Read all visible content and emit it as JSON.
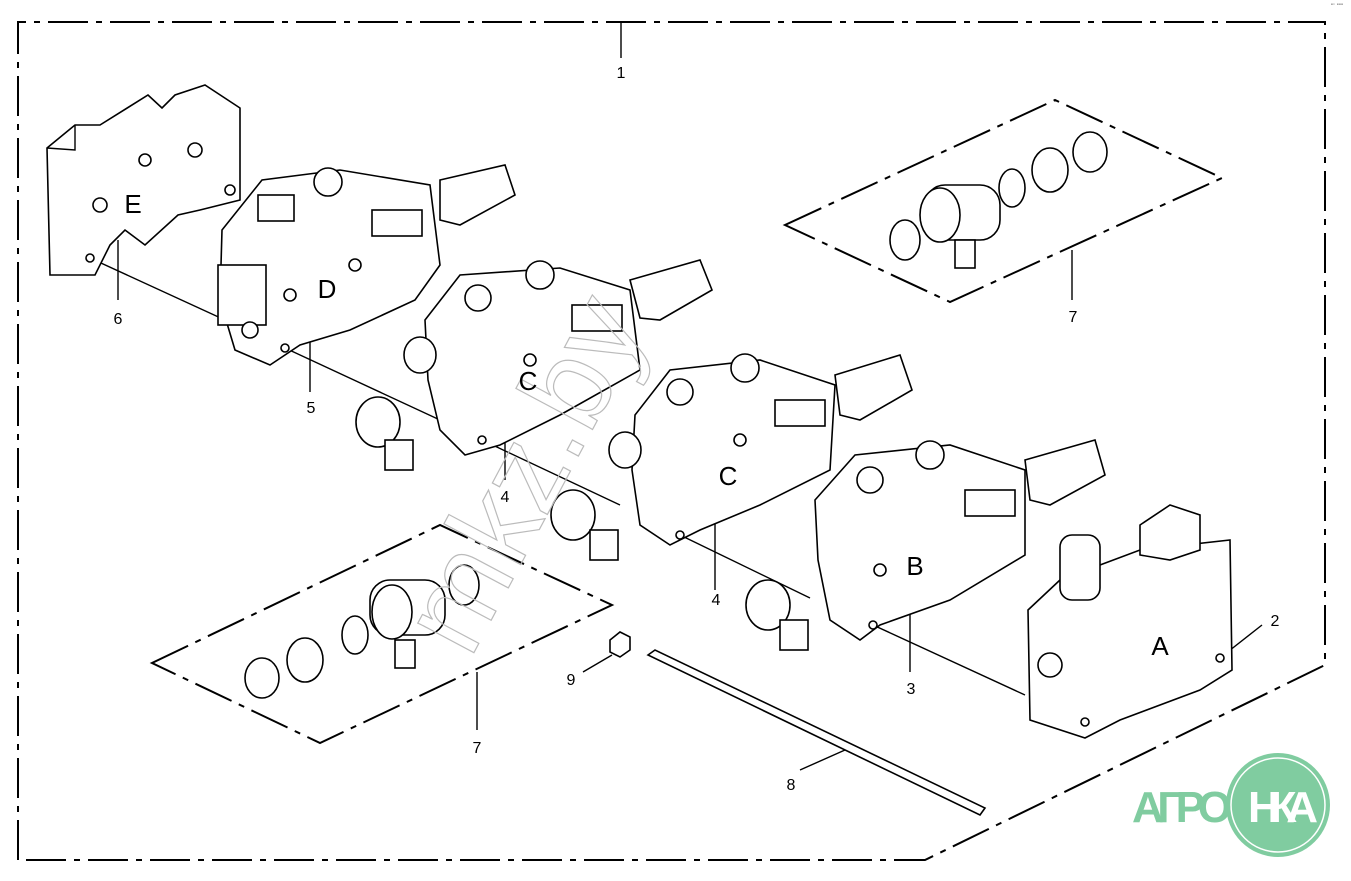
{
  "diagram": {
    "callouts": {
      "c1": "1",
      "c2": "2",
      "c3": "3",
      "c4a": "4",
      "c4b": "4",
      "c5": "5",
      "c6": "6",
      "c7a": "7",
      "c7b": "7",
      "c8": "8",
      "c9": "9"
    },
    "section_letters": {
      "e": "E",
      "d": "D",
      "c1": "C",
      "c2": "C",
      "b": "B",
      "a": "A"
    }
  },
  "watermark": "mkz.by",
  "logo": {
    "text_left": "АГРО",
    "text_right": "НКА",
    "color": "#80cca0"
  },
  "corner_mark": "▪▫ ▪▪▪"
}
